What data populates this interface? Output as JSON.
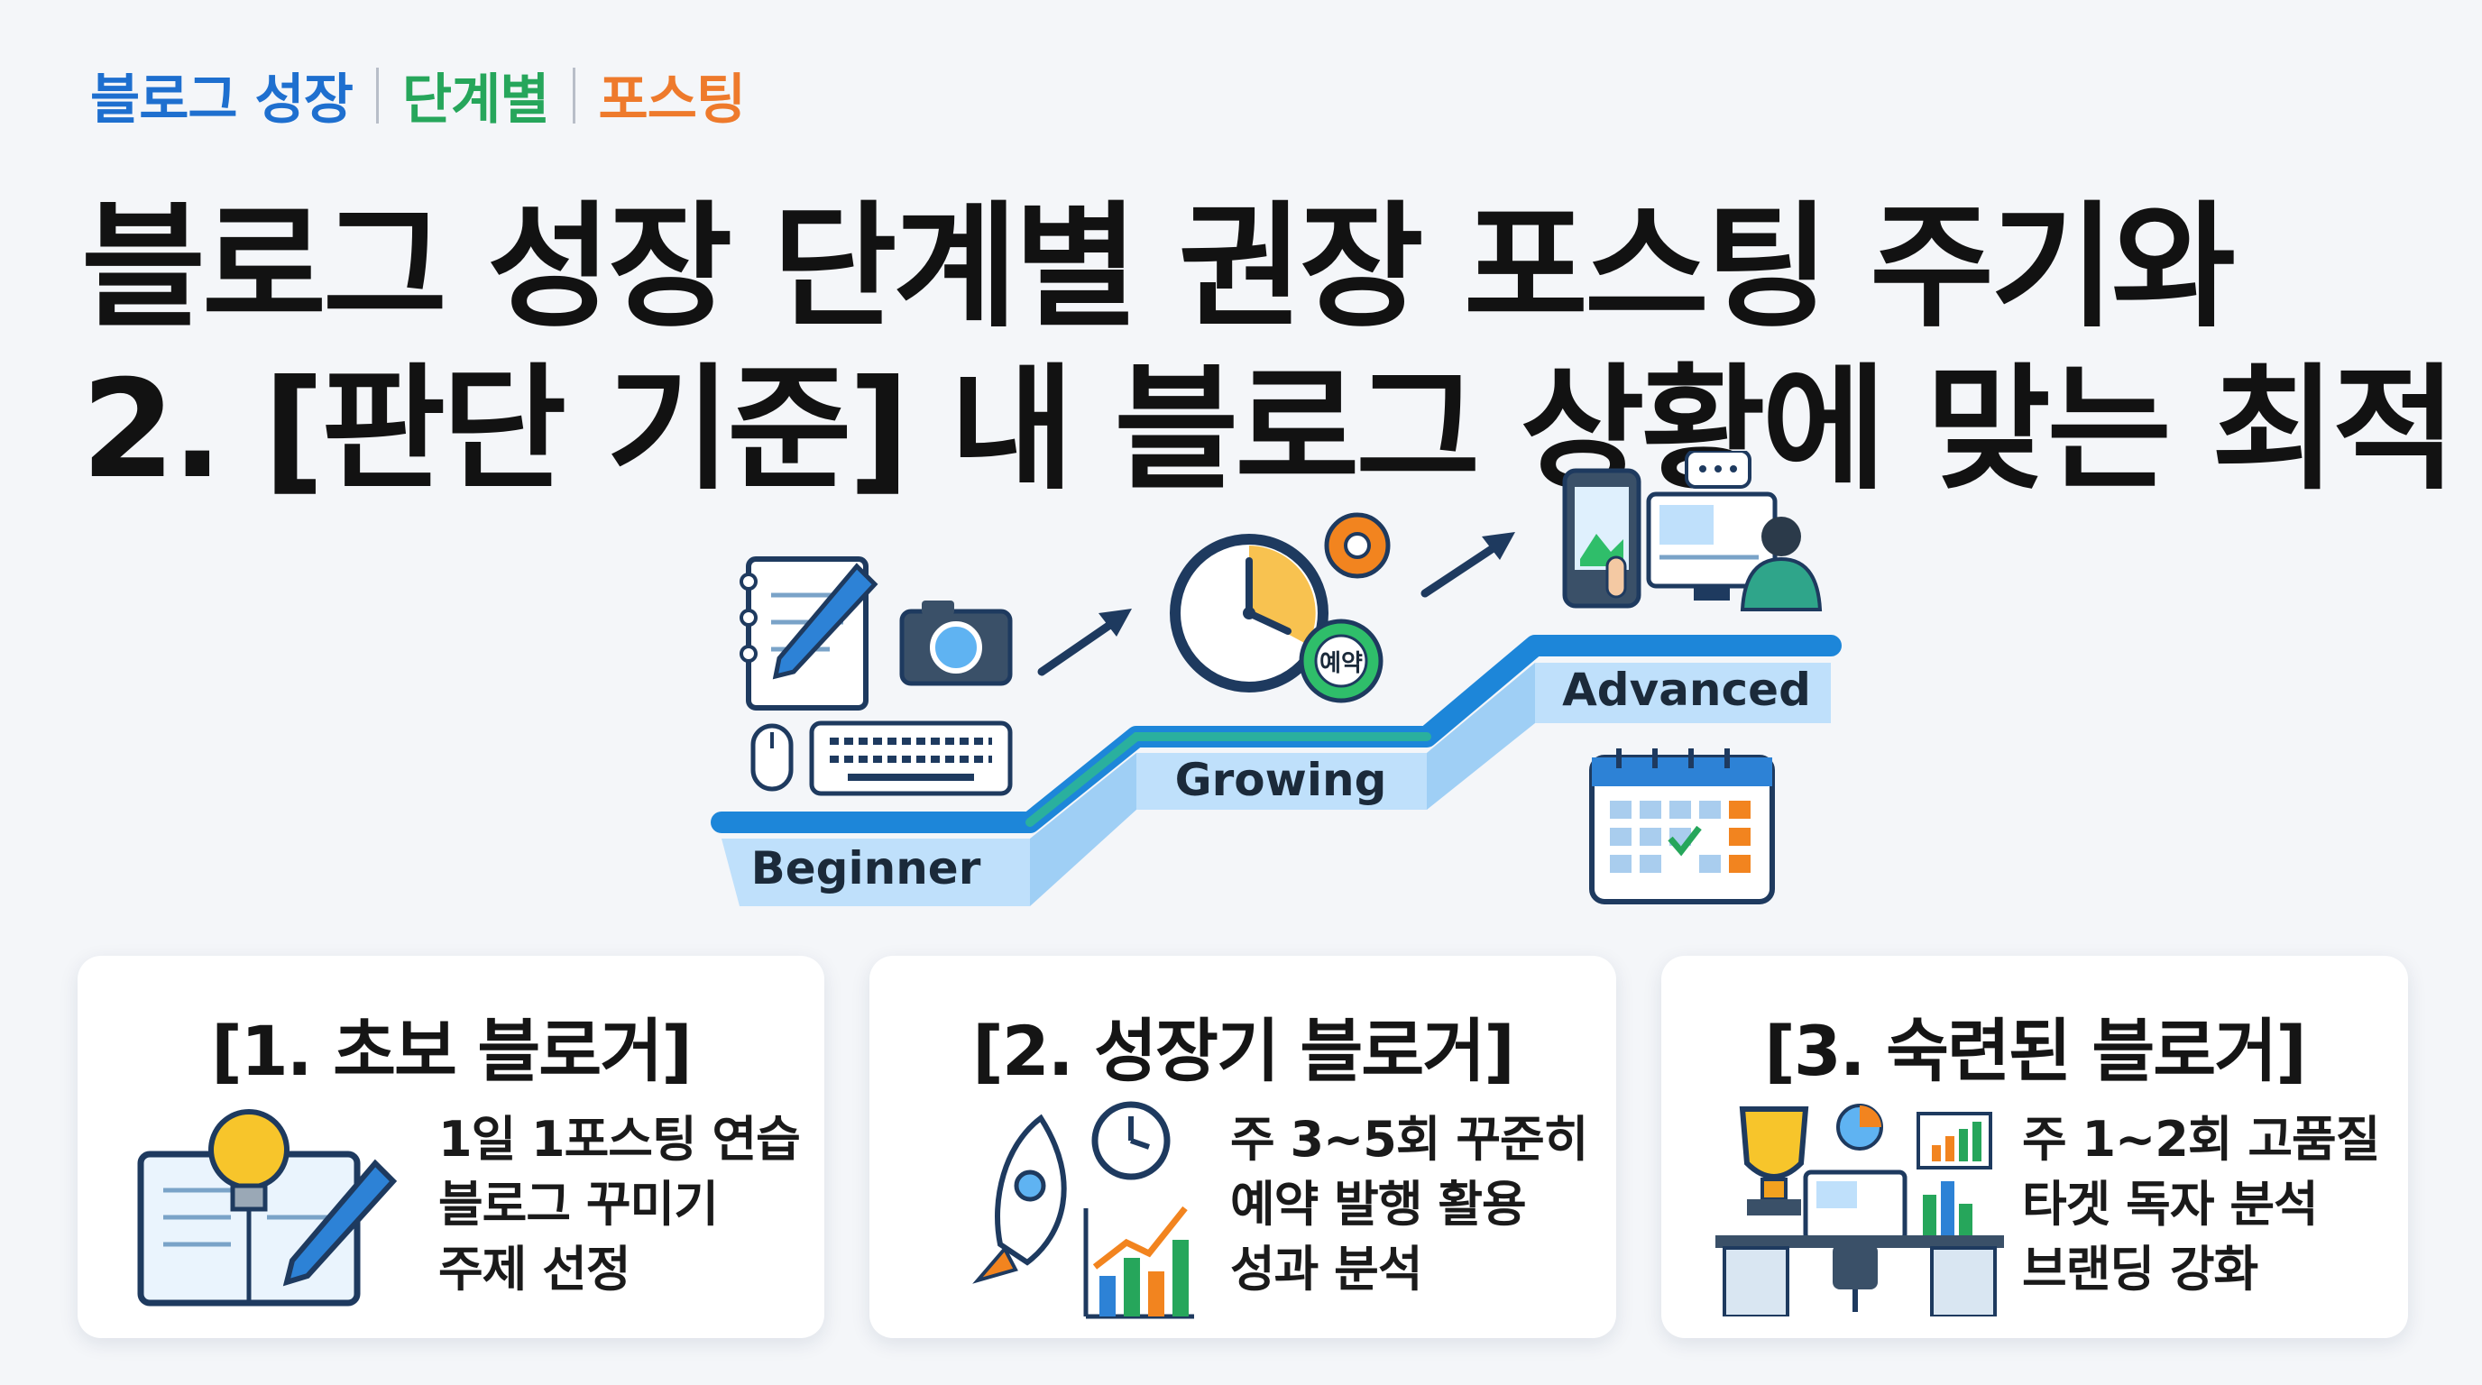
{
  "header": {
    "tags": [
      "블로그 성장",
      "단계별",
      "포스팅"
    ],
    "title_line1": "블로그 성장 단계별 권장 포스팅 주기와",
    "title_line2": "2. [판단 기준] 내 블로그 상황에 맞는 최적"
  },
  "diagram": {
    "stages": [
      "Beginner",
      "Growing",
      "Advanced"
    ],
    "clock_badge": "예약"
  },
  "cards": [
    {
      "title": "[1. 초보 블로거]",
      "items": [
        "1일 1포스팅 연습",
        "블로그 꾸미기",
        "주제 선정"
      ]
    },
    {
      "title": "[2. 성장기 블로거]",
      "items": [
        "주 3~5회 꾸준히",
        "예약 발행 활용",
        "성과 분석"
      ]
    },
    {
      "title": "[3. 숙련된 블로거]",
      "items": [
        "주 1~2회 고품질",
        "타겟 독자 분석",
        "브랜딩 강화"
      ]
    }
  ],
  "colors": {
    "blue": "#1e6fcf",
    "green": "#26a65b",
    "orange": "#ee7a2c",
    "navy": "#1e3a5f",
    "light_blue": "#bfe0fb"
  }
}
